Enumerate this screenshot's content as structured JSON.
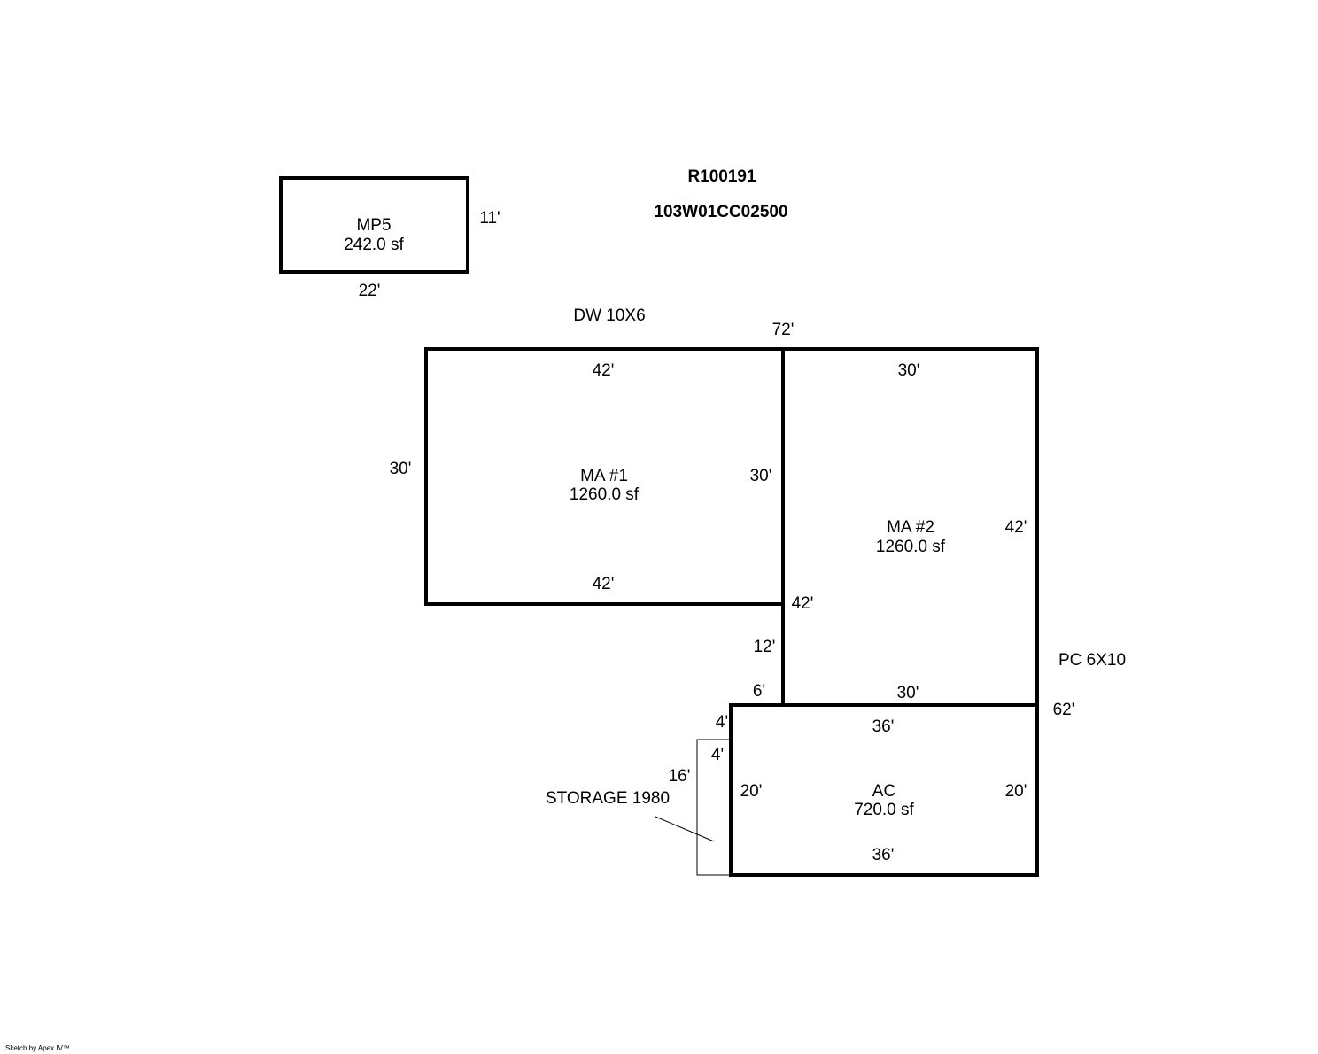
{
  "header": {
    "parcel_id": "R100191",
    "map_tax_lot": "103W01CC02500"
  },
  "rooms": {
    "mp5": {
      "name": "MP5",
      "area": "242.0 sf"
    },
    "ma1": {
      "name": "MA #1",
      "area": "1260.0 sf"
    },
    "ma2": {
      "name": "MA #2",
      "area": "1260.0 sf"
    },
    "ac": {
      "name": "AC",
      "area": "720.0 sf"
    }
  },
  "annotations": {
    "dw": "DW 10X6",
    "pc": "PC 6X10",
    "storage": "STORAGE 1980"
  },
  "dims": {
    "mp5_side": "11'",
    "mp5_bottom": "22'",
    "total_top": "72'",
    "ma1_top": "42'",
    "ma1_left": "30'",
    "ma1_right": "30'",
    "ma1_bottom": "42'",
    "ma2_top": "30'",
    "ma2_right": "42'",
    "ma2_left": "42'",
    "ma2_bottom": "30'",
    "gap_12": "12'",
    "gap_6": "6'",
    "total_right": "62'",
    "ac_top": "36'",
    "ac_left": "20'",
    "ac_right": "20'",
    "ac_bottom": "36'",
    "storage_top": "4'",
    "storage_inner": "4'",
    "storage_side": "16'"
  },
  "footer": {
    "credit": "Sketch by Apex IV™"
  }
}
